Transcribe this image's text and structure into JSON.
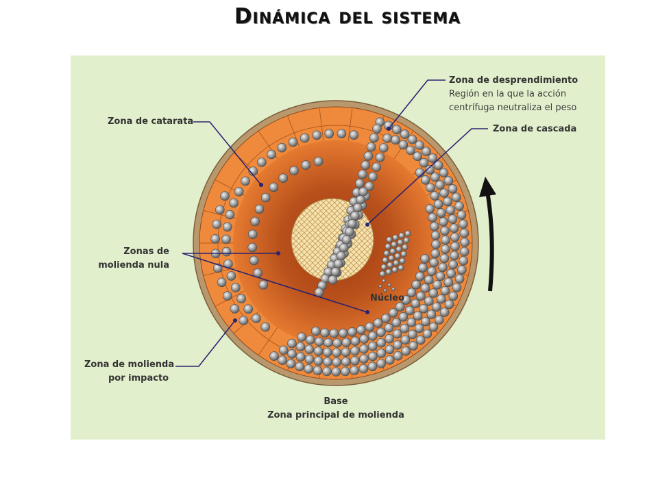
{
  "title": "Dinámica del sistema",
  "labels": {
    "desprendimiento_title": "Zona de desprendimiento",
    "desprendimiento_desc1": "Región en la que la acción",
    "desprendimiento_desc2": "centrífuga neutraliza el peso",
    "cascada": "Zona de cascada",
    "catarata": "Zona de catarata",
    "molienda_nula1": "Zonas de",
    "molienda_nula2": "molienda nula",
    "nucleo": "Núcleo",
    "impacto1": "Zona de molienda",
    "impacto2": "por impacto",
    "base_title": "Base",
    "base_desc": "Zona principal de molienda"
  },
  "colors": {
    "panel": "#e2efcc",
    "shell": "#b8986c",
    "liner": "#ef8a3c",
    "charge_inner": "#a64414",
    "ball": "#9a9a9a",
    "leader_line": "#2a2370",
    "arrow": "#111111"
  }
}
